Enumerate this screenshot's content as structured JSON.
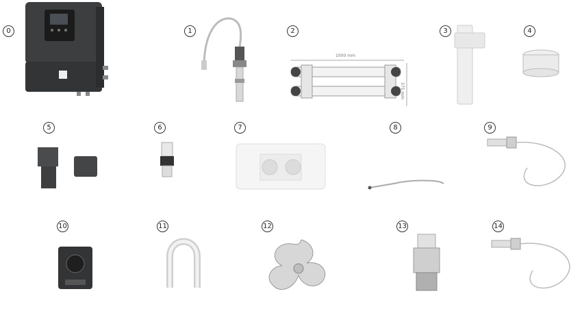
{
  "labels": [
    "0",
    "1",
    "2",
    "3",
    "4",
    "5",
    "6",
    "7",
    "8",
    "9",
    "10",
    "11",
    "12",
    "13",
    "14"
  ],
  "dimensions": {
    "length": "1000 mm",
    "width": "375 mm"
  },
  "colors": {
    "dark_body": "#3a3b3d",
    "light_part": "#ececec",
    "outline": "#9a9a9a"
  }
}
